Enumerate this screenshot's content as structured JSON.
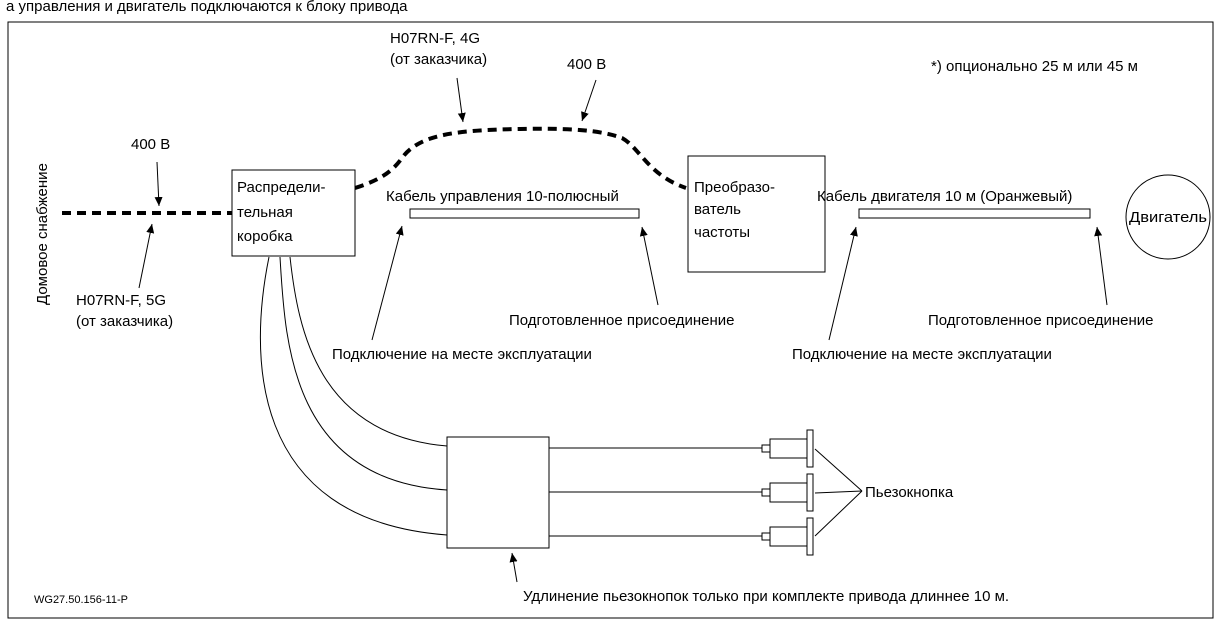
{
  "header": {
    "partial_title": "а управления и двигатель подключаются к блоку привода"
  },
  "labels": {
    "house_supply": "Домовое снабжение",
    "voltage_left": "400 В",
    "cable_left_1": "H07RN-F, 5G",
    "cable_left_2": "(от заказчика)",
    "cable_top_1": "H07RN-F, 4G",
    "cable_top_2": "(от заказчика)",
    "voltage_top": "400 В",
    "optional_note": "*) опционально 25 м или 45 м",
    "junction_box_1": "Распредели-",
    "junction_box_2": "тельная",
    "junction_box_3": "коробка",
    "control_cable": "Кабель управления 10-полюсный",
    "converter_1": "Преобразо-",
    "converter_2": "ватель",
    "converter_3": "частоты",
    "motor_cable": "Кабель двигателя 10 м (Оранжевый)",
    "motor": "Двигатель",
    "prepared_connection_1": "Подготовленное присоединение",
    "onsite_connection_1": "Подключение на месте эксплуатации",
    "prepared_connection_2": "Подготовленное присоединение",
    "onsite_connection_2": "Подключение на месте эксплуатации",
    "piezo_button": "Пьезокнопка",
    "extension_note": "Удлинение пьезокнопок только при комплекте привода длиннее 10 м.",
    "figure_id": "WG27.50.156-11-P"
  }
}
